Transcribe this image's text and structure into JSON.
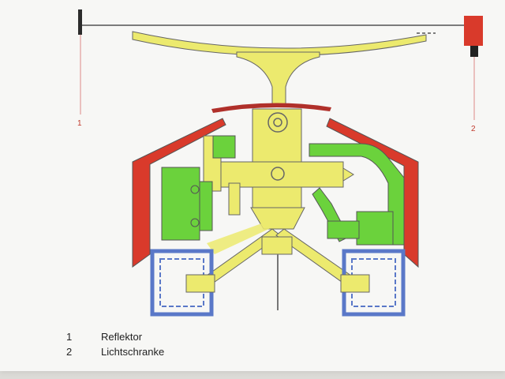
{
  "callouts": [
    {
      "number": "1"
    },
    {
      "number": "2"
    }
  ],
  "legend": [
    {
      "number": "1",
      "label": "Reflektor"
    },
    {
      "number": "2",
      "label": "Lichtschranke"
    }
  ],
  "colors": {
    "yellow": "#ecea6e",
    "green": "#6bd23c",
    "red": "#d93a2b",
    "blue": "#5a78c8",
    "outline": "#555555",
    "callout": "#c0392b"
  }
}
